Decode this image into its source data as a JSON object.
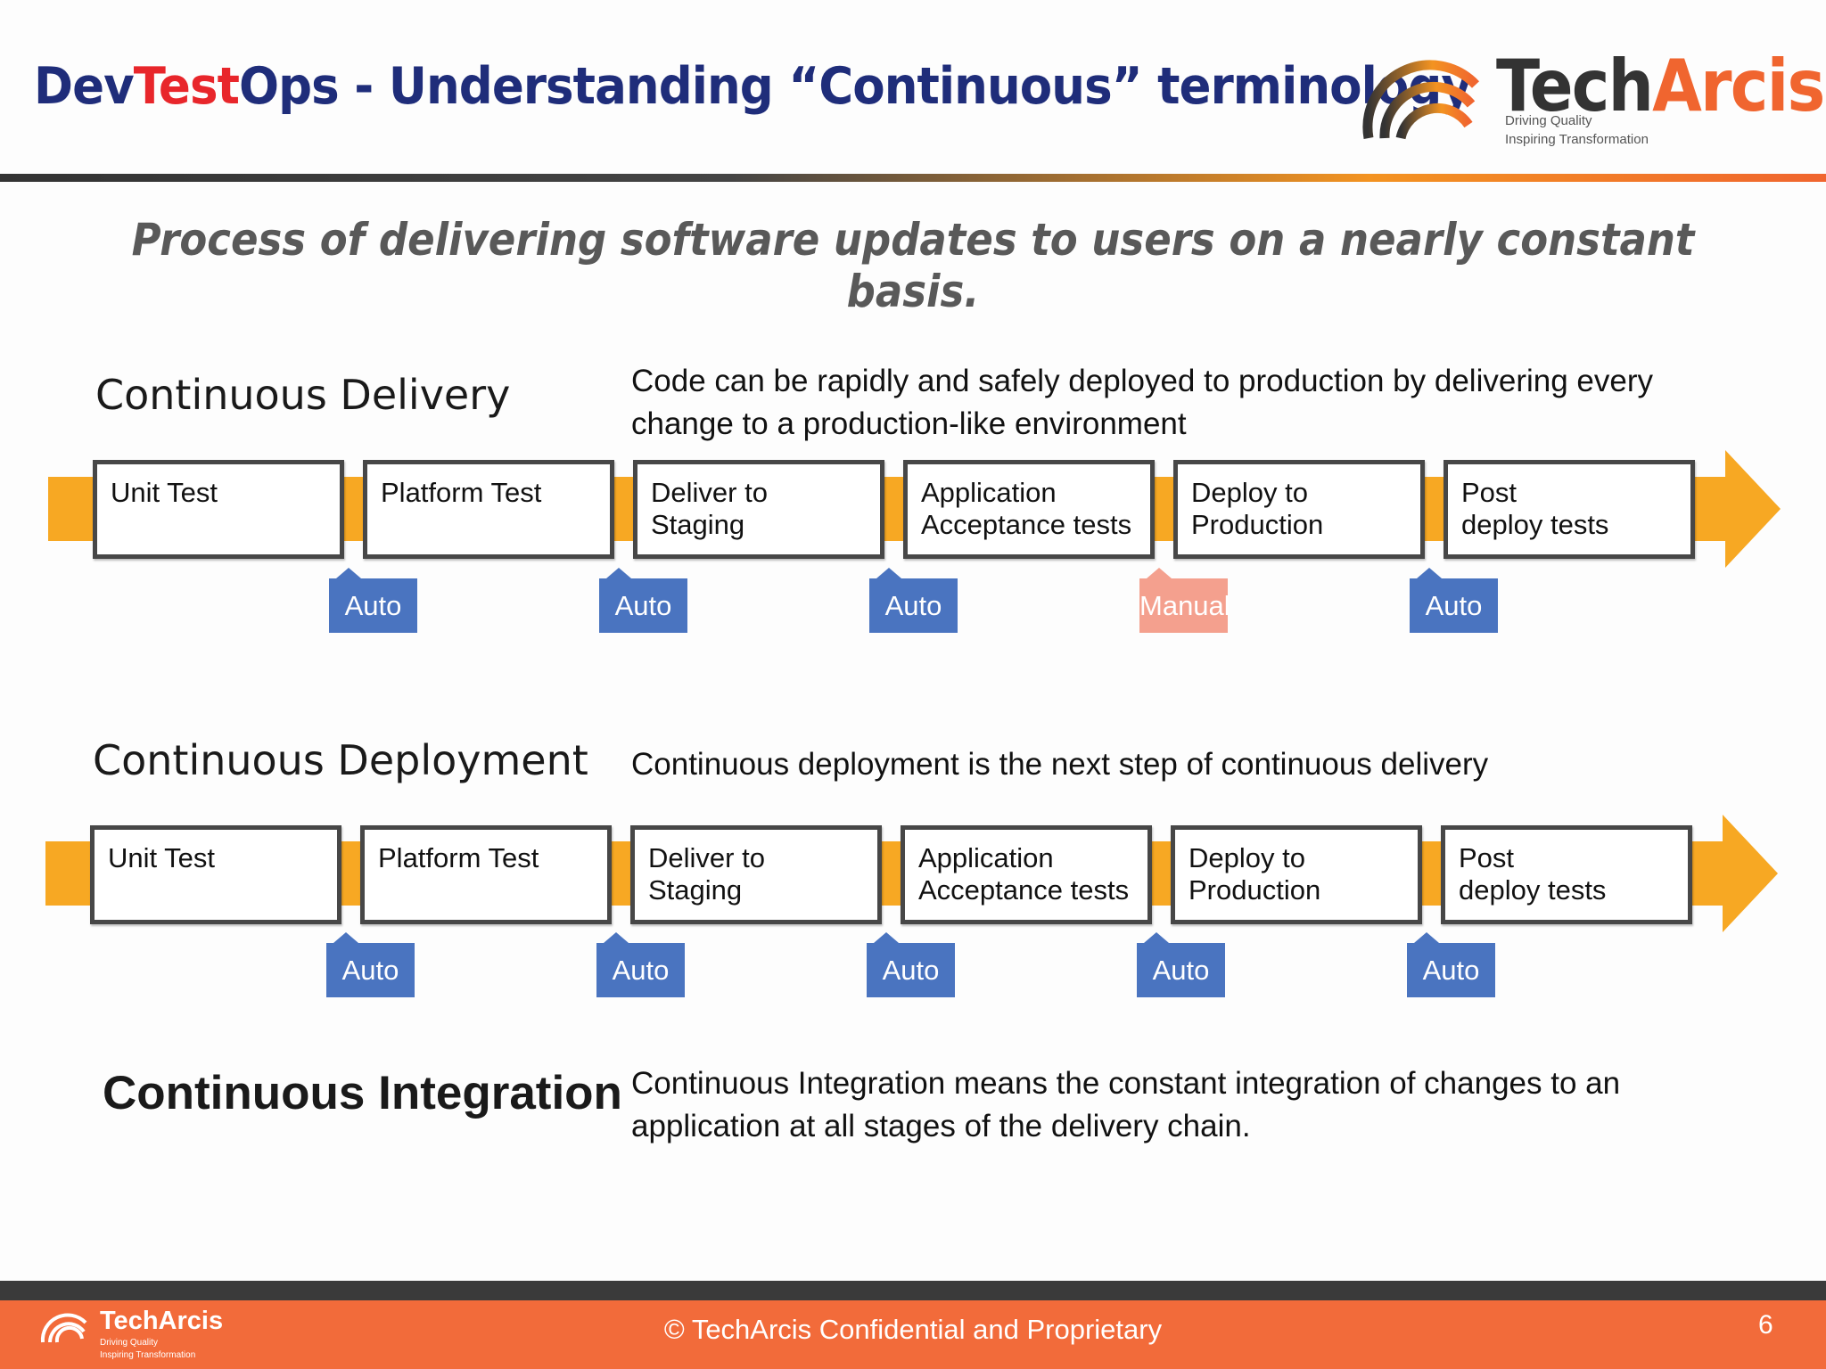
{
  "header": {
    "title_parts": [
      "Dev",
      "Test",
      "Ops - Understanding “Continuous” terminology"
    ],
    "logo": {
      "name_a": "Tech",
      "name_b": "Arcis",
      "tagline1": "Driving Quality",
      "tagline2": "Inspiring Transformation"
    }
  },
  "subtitle": "Process of delivering software updates to users on a nearly constant basis.",
  "sections": [
    {
      "heading": "Continuous Delivery",
      "desc_lines": [
        "Code can be rapidly and safely deployed to production by delivering every",
        "change to a production-like environment"
      ],
      "stages": [
        [
          "Unit Test"
        ],
        [
          "Platform Test"
        ],
        [
          "Deliver to",
          "Staging"
        ],
        [
          "Application",
          "Acceptance tests"
        ],
        [
          "Deploy to",
          "Production"
        ],
        [
          "Post",
          "deploy tests"
        ]
      ],
      "gates": [
        {
          "label": "Auto",
          "type": "auto"
        },
        {
          "label": "Auto",
          "type": "auto"
        },
        {
          "label": "Auto",
          "type": "auto"
        },
        {
          "label": "Manual",
          "type": "manual"
        },
        {
          "label": "Auto",
          "type": "auto"
        }
      ]
    },
    {
      "heading": "Continuous Deployment",
      "desc_lines": [
        "Continuous deployment is the next step of continuous delivery"
      ],
      "stages": [
        [
          "Unit Test"
        ],
        [
          "Platform Test"
        ],
        [
          "Deliver to",
          "Staging"
        ],
        [
          "Application",
          "Acceptance tests"
        ],
        [
          "Deploy to",
          "Production"
        ],
        [
          "Post",
          "deploy tests"
        ]
      ],
      "gates": [
        {
          "label": "Auto",
          "type": "auto"
        },
        {
          "label": "Auto",
          "type": "auto"
        },
        {
          "label": "Auto",
          "type": "auto"
        },
        {
          "label": "Auto",
          "type": "auto"
        },
        {
          "label": "Auto",
          "type": "auto"
        }
      ]
    },
    {
      "heading": "Continuous Integration",
      "desc_lines": [
        "Continuous Integration means the constant integration of changes to an",
        "application at all stages of the delivery chain."
      ]
    }
  ],
  "colors": {
    "auto": "#4a74c0",
    "manual": "#f4a08e",
    "band": "#f7a823",
    "accent": "#f26b3a",
    "title": "#1f2d7a",
    "title_red": "#e8262b"
  },
  "footer": {
    "logo_name_a": "Tech",
    "logo_name_b": "Arcis",
    "logo_tagline1": "Driving Quality",
    "logo_tagline2": "Inspiring Transformation",
    "text": "© TechArcis Confidential and Proprietary",
    "page": "6"
  }
}
